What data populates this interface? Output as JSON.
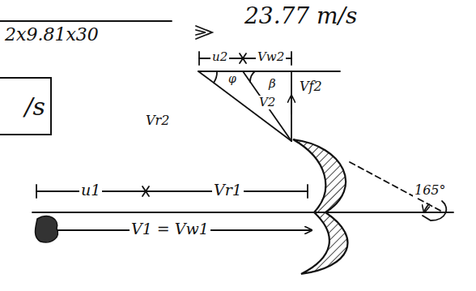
{
  "diagram": {
    "nodes": [
      {
        "text": [
          "/s"
        ]
      }
    ],
    "labels": [
      "2x9.81x30",
      "23.77 m/s",
      "u2",
      "Vw2",
      "φ",
      "β",
      "V2",
      "Vr2",
      "Vf2",
      "165°",
      "u1",
      "Vr1",
      "V1 = Vw1"
    ]
  }
}
